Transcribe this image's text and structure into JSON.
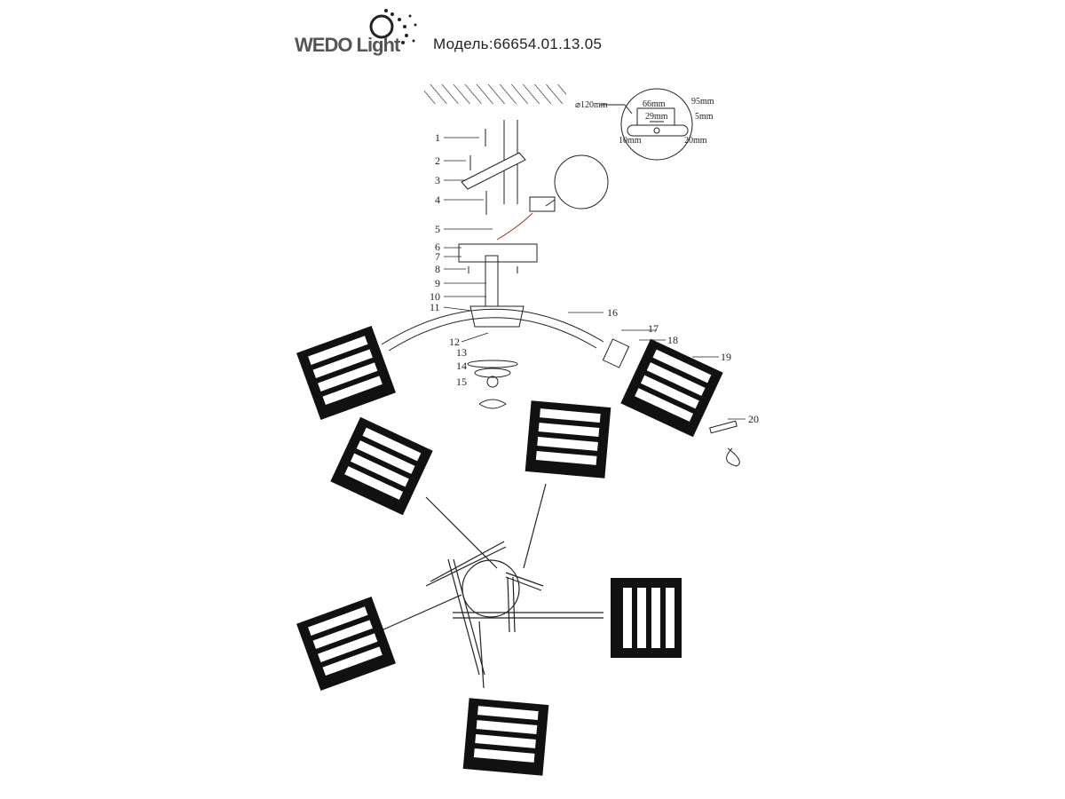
{
  "header": {
    "brand_logo_text": "WEDO Light",
    "model_label": "Модель:66654.01.13.05"
  },
  "dimensions": {
    "diameter": "⌀120mm",
    "d66": "66mm",
    "d29": "29mm",
    "d95": "95mm",
    "d5": "5mm",
    "d10": "10mm",
    "d20": "20mm"
  },
  "part_numbers": [
    "1",
    "2",
    "3",
    "4",
    "5",
    "6",
    "7",
    "8",
    "9",
    "10",
    "11",
    "12",
    "13",
    "14",
    "15",
    "16",
    "17",
    "18",
    "19",
    "20"
  ],
  "colors": {
    "ink": "#1a1a1a",
    "paper": "#ffffff"
  }
}
